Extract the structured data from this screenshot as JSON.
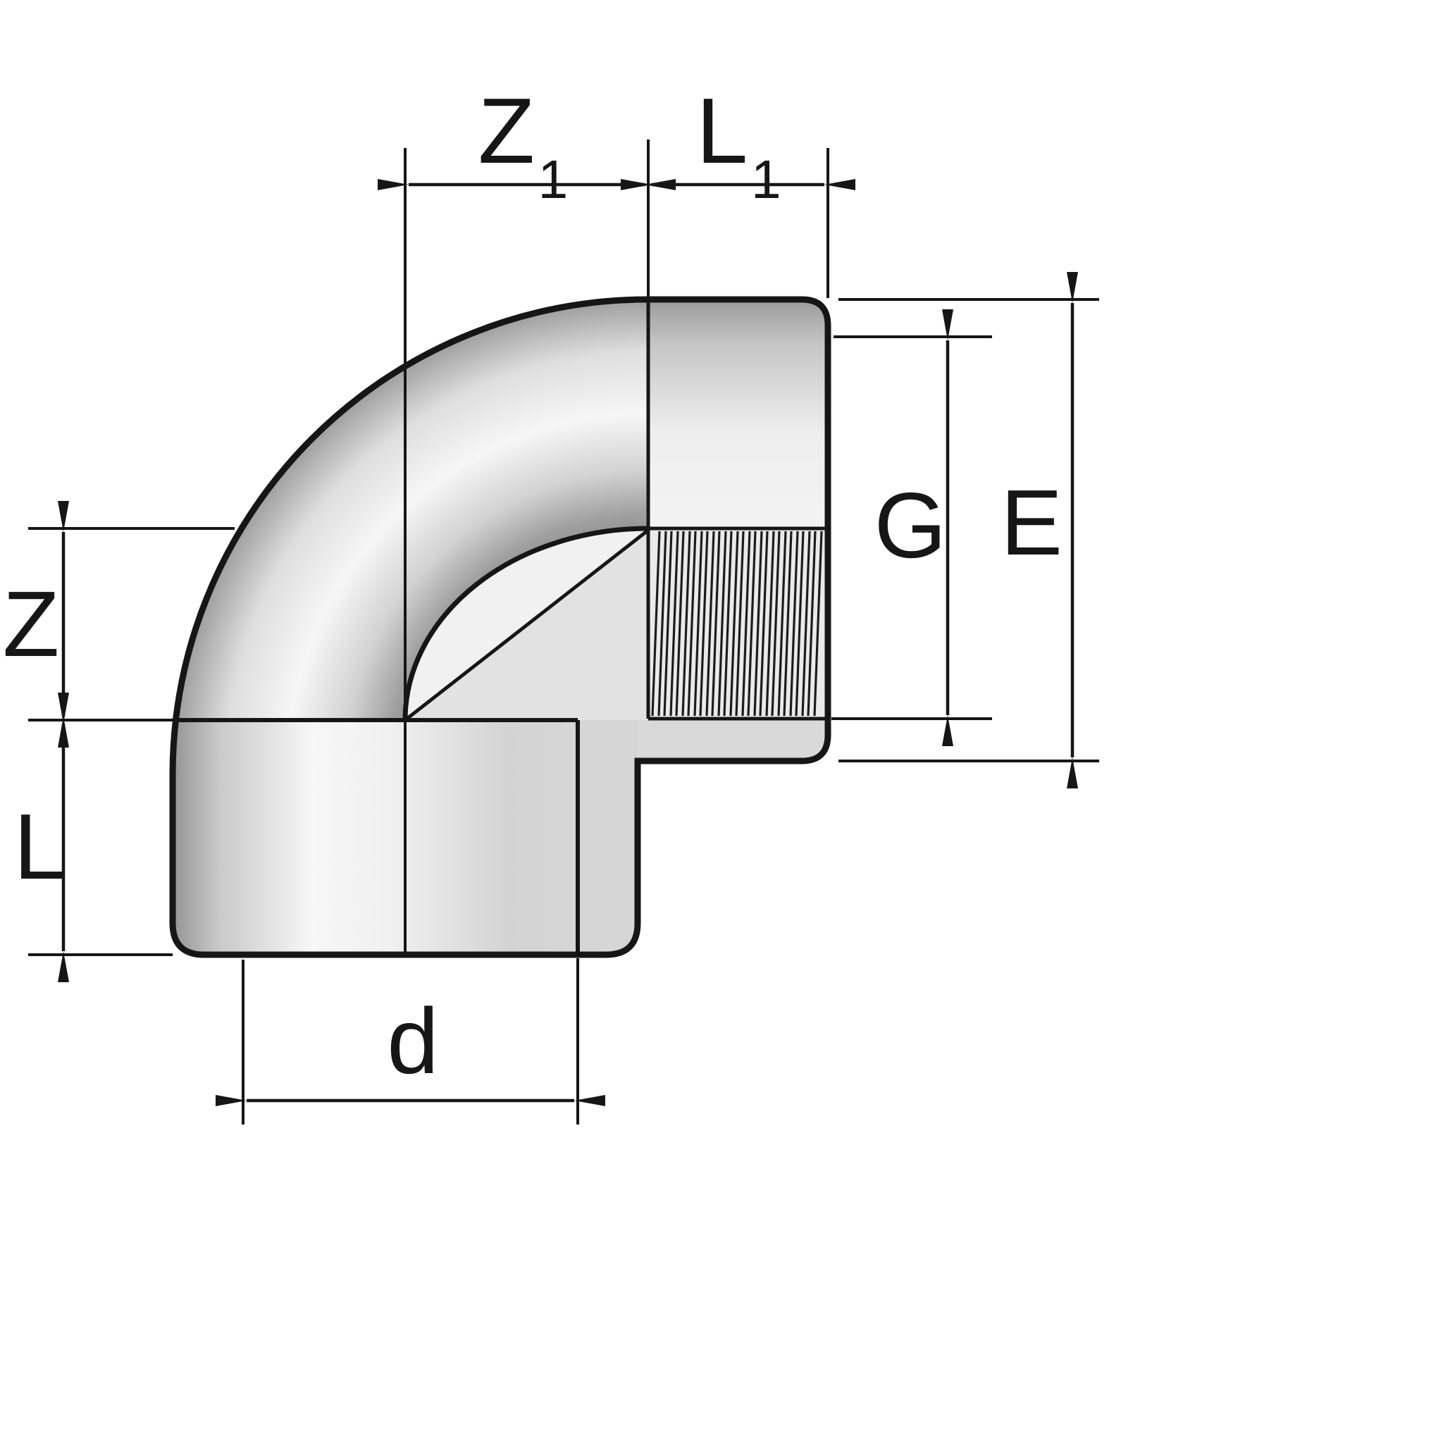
{
  "figure": {
    "figure_type": "dimensioned technical drawing",
    "subject": "90-degree elbow pipe fitting, plain socket to female threaded end, half-section view",
    "colors": {
      "background": "#ffffff",
      "outline": "#161616",
      "body_base": "#d9d9d9",
      "body_highlight": "#f6f6f6",
      "body_shadow": "#969696",
      "section_fill": "#eaeaea"
    }
  },
  "labels": {
    "z1": {
      "base": "Z",
      "sub": "1"
    },
    "l1": {
      "base": "L",
      "sub": "1"
    },
    "z": {
      "base": "Z"
    },
    "l": {
      "base": "L"
    },
    "d": {
      "base": "d"
    },
    "g": {
      "base": "G"
    },
    "e": {
      "base": "E"
    }
  }
}
